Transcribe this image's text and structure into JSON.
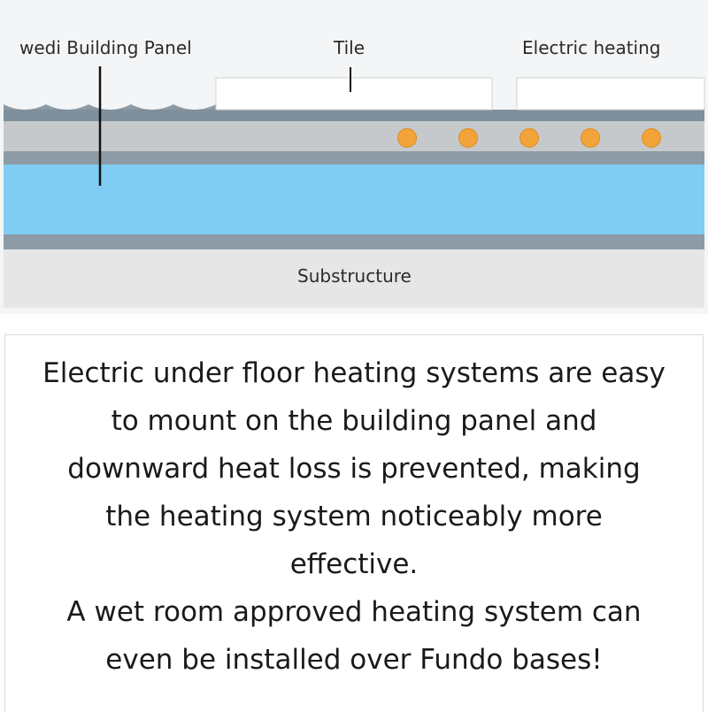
{
  "diagram": {
    "labels": {
      "panel": "wedi Building Panel",
      "tile": "Tile",
      "heating": "Electric heating",
      "substructure": "Substructure"
    },
    "colors": {
      "background": "#f3f5f7",
      "tile": "#ffffff",
      "top_strip": "#7f8f9c",
      "thin_strip": "#8d9ba6",
      "gray_layer": "#c6c9cb",
      "insulation": "#7fcdf2",
      "substructure": "#e6e6e6",
      "heating_cable": "#f2a43a"
    },
    "heating_cables_count": 5
  },
  "caption": {
    "paragraph1": "Electric under floor heating systems are easy to mount on the building panel and downward heat loss is prevented, making the heating system noticeably more effective.",
    "paragraph2": "A wet room approved heating system can even be installed over Fundo bases!"
  }
}
